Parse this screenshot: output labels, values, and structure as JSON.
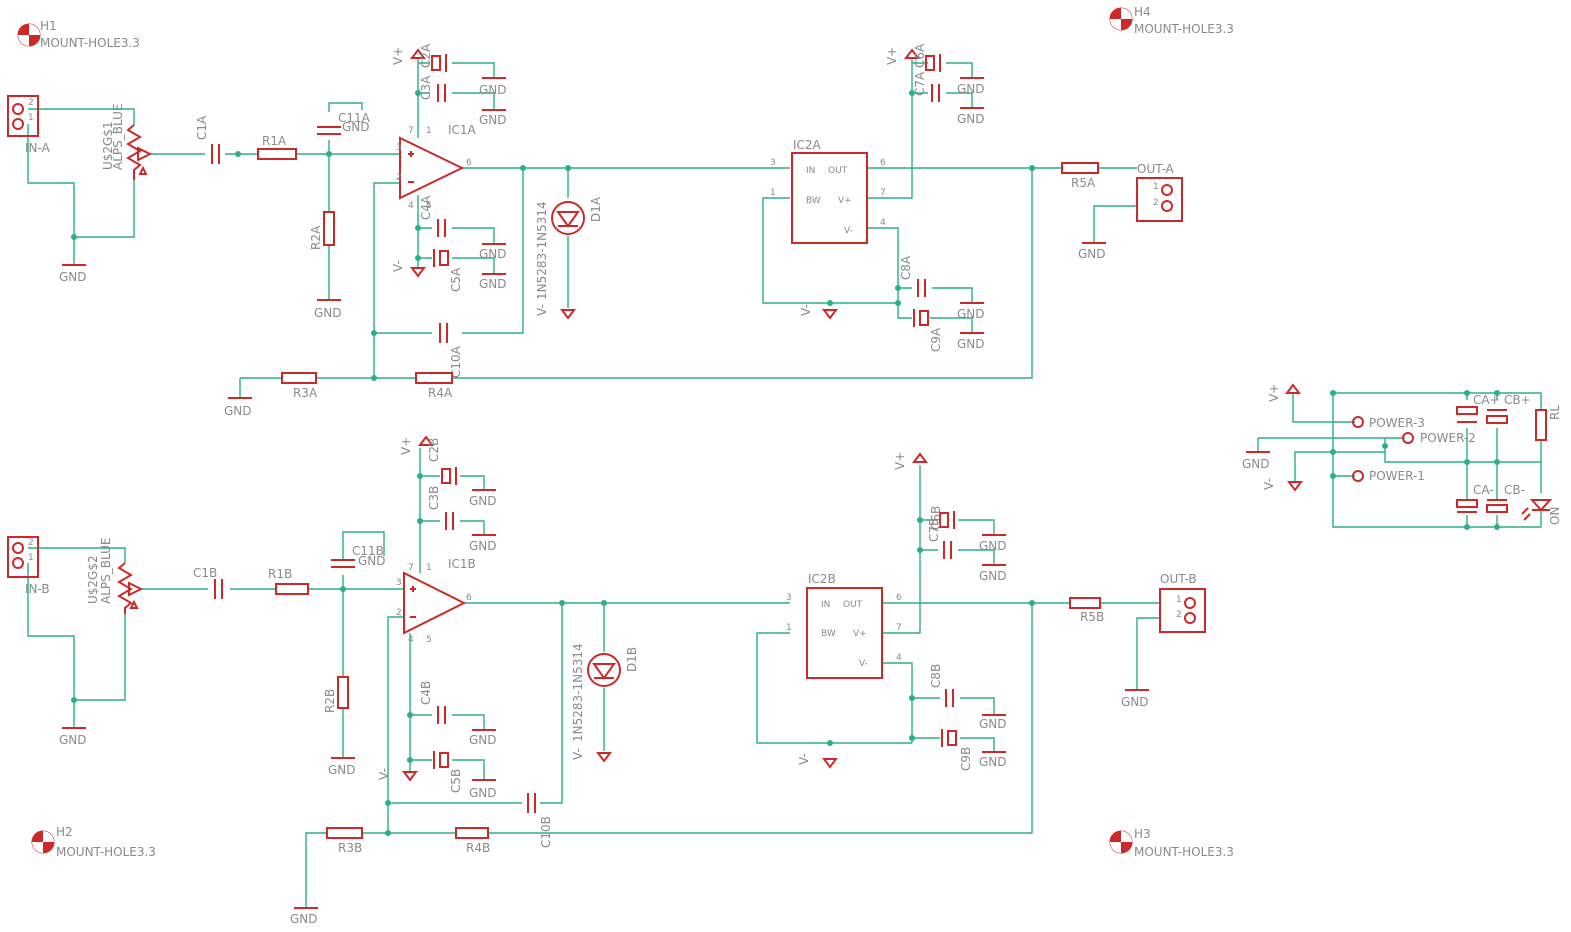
{
  "mount_holes": {
    "h1": {
      "ref": "H1",
      "value": "MOUNT-HOLE3.3"
    },
    "h2": {
      "ref": "H2",
      "value": "MOUNT-HOLE3.3"
    },
    "h3": {
      "ref": "H3",
      "value": "MOUNT-HOLE3.3"
    },
    "h4": {
      "ref": "H4",
      "value": "MOUNT-HOLE3.3"
    }
  },
  "nets": {
    "gnd": "GND",
    "vplus": "V+",
    "vminus": "V-"
  },
  "channel_a": {
    "in": "IN-A",
    "pot": "U$2G$1",
    "pot_value": "ALPS_BLUE",
    "c1": "C1A",
    "r1": "R1A",
    "c11": "C11A",
    "r2": "R2A",
    "ic1": "IC1A",
    "c2": "C2A",
    "c3": "C3A",
    "c4": "C4A",
    "c5": "C5A",
    "d1": "D1A",
    "d1_value": "1N5283-1N5314",
    "c10": "C10A",
    "r3": "R3A",
    "r4": "R4A",
    "ic2": "IC2A",
    "c6": "C6A",
    "c7": "C7A",
    "c8": "C8A",
    "c9": "C9A",
    "r5": "R5A",
    "out": "OUT-A"
  },
  "channel_b": {
    "in": "IN-B",
    "pot": "U$2G$2",
    "pot_value": "ALPS_BLUE",
    "c1": "C1B",
    "r1": "R1B",
    "c11": "C11B",
    "r2": "R2B",
    "ic1": "IC1B",
    "c2": "C2B",
    "c3": "C3B",
    "c4": "C4B",
    "c5": "C5B",
    "d1": "D1B",
    "d1_value": "1N5283-1N5314",
    "c10": "C10B",
    "r3": "R3B",
    "r4": "R4B",
    "ic2": "IC2B",
    "c6": "C6B",
    "c7": "C7B",
    "c8": "C8B",
    "c9": "C9B",
    "r5": "R5B",
    "out": "OUT-B"
  },
  "buffer_pins": {
    "in": "IN",
    "out": "OUT",
    "bw": "BW",
    "vp": "V+",
    "vm": "V-"
  },
  "power": {
    "p1": "POWER-1",
    "p2": "POWER-2",
    "p3": "POWER-3",
    "ca_plus": "CA+",
    "cb_plus": "CB+",
    "ca_minus": "CA-",
    "cb_minus": "CB-",
    "rl": "RL",
    "led": "ON"
  },
  "pin_numbers": {
    "p1": "1",
    "p2": "2",
    "p3": "3",
    "p4": "4",
    "p5": "5",
    "p6": "6",
    "p7": "7"
  }
}
